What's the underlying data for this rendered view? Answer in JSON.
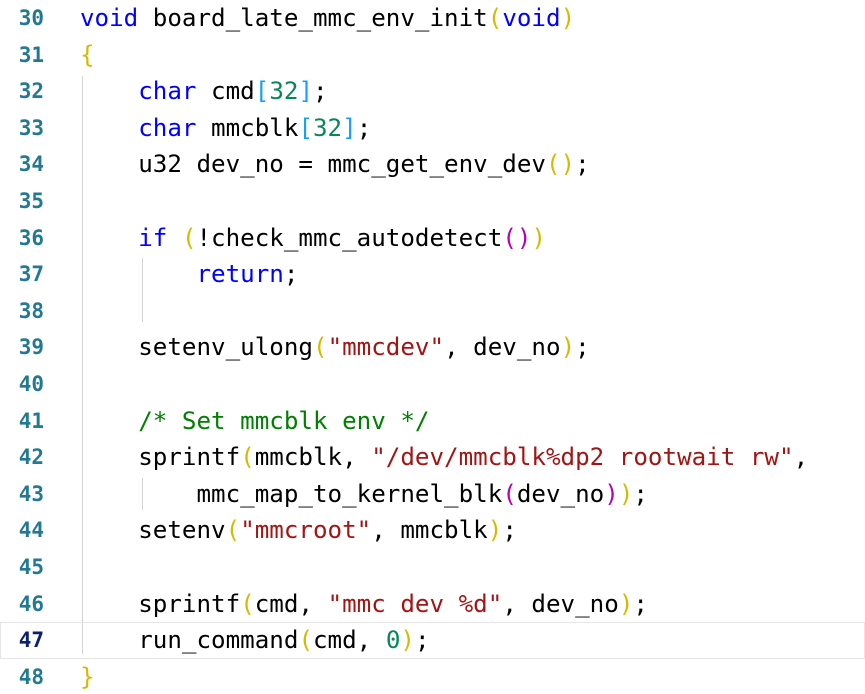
{
  "editor": {
    "lines": [
      {
        "no": "30",
        "tokens": [
          {
            "t": "void",
            "k": "kw"
          },
          {
            "t": " board_late_mmc_env_init"
          },
          {
            "t": "(",
            "k": "br1"
          },
          {
            "t": "void",
            "k": "kw"
          },
          {
            "t": ")",
            "k": "br1"
          }
        ]
      },
      {
        "no": "31",
        "tokens": [
          {
            "t": "{",
            "k": "br1"
          }
        ]
      },
      {
        "no": "32",
        "tokens": [
          {
            "t": "    "
          },
          {
            "t": "char",
            "k": "kw"
          },
          {
            "t": " cmd"
          },
          {
            "t": "[",
            "k": "br3"
          },
          {
            "t": "32",
            "k": "num"
          },
          {
            "t": "]",
            "k": "br3"
          },
          {
            "t": ";"
          }
        ]
      },
      {
        "no": "33",
        "tokens": [
          {
            "t": "    "
          },
          {
            "t": "char",
            "k": "kw"
          },
          {
            "t": " mmcblk"
          },
          {
            "t": "[",
            "k": "br3"
          },
          {
            "t": "32",
            "k": "num"
          },
          {
            "t": "]",
            "k": "br3"
          },
          {
            "t": ";"
          }
        ]
      },
      {
        "no": "34",
        "tokens": [
          {
            "t": "    u32 dev_no = mmc_get_env_dev"
          },
          {
            "t": "()",
            "k": "br1"
          },
          {
            "t": ";"
          }
        ]
      },
      {
        "no": "35",
        "tokens": []
      },
      {
        "no": "36",
        "tokens": [
          {
            "t": "    "
          },
          {
            "t": "if",
            "k": "kw"
          },
          {
            "t": " "
          },
          {
            "t": "(",
            "k": "br1"
          },
          {
            "t": "!check_mmc_autodetect"
          },
          {
            "t": "()",
            "k": "br2"
          },
          {
            "t": ")",
            "k": "br1"
          }
        ]
      },
      {
        "no": "37",
        "tokens": [
          {
            "t": "        "
          },
          {
            "t": "return",
            "k": "kw"
          },
          {
            "t": ";"
          }
        ]
      },
      {
        "no": "38",
        "tokens": []
      },
      {
        "no": "39",
        "tokens": [
          {
            "t": "    setenv_ulong"
          },
          {
            "t": "(",
            "k": "br1"
          },
          {
            "t": "\"mmcdev\"",
            "k": "str"
          },
          {
            "t": ", dev_no"
          },
          {
            "t": ")",
            "k": "br1"
          },
          {
            "t": ";"
          }
        ]
      },
      {
        "no": "40",
        "tokens": []
      },
      {
        "no": "41",
        "tokens": [
          {
            "t": "    "
          },
          {
            "t": "/* Set mmcblk env */",
            "k": "cmt"
          }
        ]
      },
      {
        "no": "42",
        "tokens": [
          {
            "t": "    sprintf"
          },
          {
            "t": "(",
            "k": "br1"
          },
          {
            "t": "mmcblk, "
          },
          {
            "t": "\"/dev/mmcblk%dp2 rootwait rw\"",
            "k": "str"
          },
          {
            "t": ","
          }
        ]
      },
      {
        "no": "43",
        "tokens": [
          {
            "t": "        mmc_map_to_kernel_blk"
          },
          {
            "t": "(",
            "k": "br2"
          },
          {
            "t": "dev_no"
          },
          {
            "t": ")",
            "k": "br2"
          },
          {
            "t": ")",
            "k": "br1"
          },
          {
            "t": ";"
          }
        ]
      },
      {
        "no": "44",
        "tokens": [
          {
            "t": "    setenv"
          },
          {
            "t": "(",
            "k": "br1"
          },
          {
            "t": "\"mmcroot\"",
            "k": "str"
          },
          {
            "t": ", mmcblk"
          },
          {
            "t": ")",
            "k": "br1"
          },
          {
            "t": ";"
          }
        ]
      },
      {
        "no": "45",
        "tokens": []
      },
      {
        "no": "46",
        "tokens": [
          {
            "t": "    sprintf"
          },
          {
            "t": "(",
            "k": "br1"
          },
          {
            "t": "cmd, "
          },
          {
            "t": "\"mmc dev %d\"",
            "k": "str"
          },
          {
            "t": ", dev_no"
          },
          {
            "t": ")",
            "k": "br1"
          },
          {
            "t": ";"
          }
        ]
      },
      {
        "no": "47",
        "tokens": [
          {
            "t": "    run_command"
          },
          {
            "t": "(",
            "k": "br1"
          },
          {
            "t": "cmd, "
          },
          {
            "t": "0",
            "k": "num"
          },
          {
            "t": ")",
            "k": "br1"
          },
          {
            "t": ";"
          }
        ],
        "current": true
      },
      {
        "no": "48",
        "tokens": [
          {
            "t": "}",
            "k": "br1"
          }
        ]
      }
    ]
  }
}
